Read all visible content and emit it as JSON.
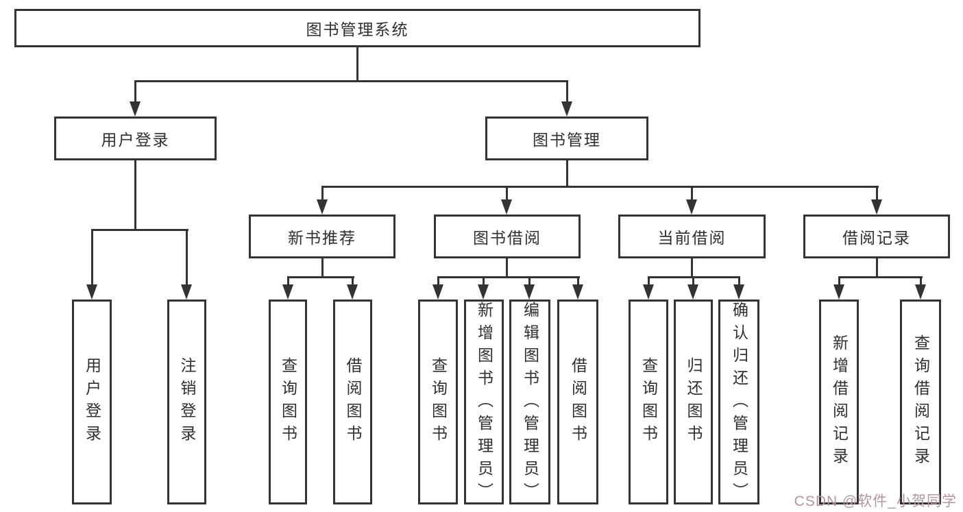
{
  "diagram": {
    "root": {
      "label": "图书管理系统"
    },
    "level2": [
      {
        "label": "用户登录"
      },
      {
        "label": "图书管理"
      }
    ],
    "level3": [
      {
        "label": "新书推荐"
      },
      {
        "label": "图书借阅"
      },
      {
        "label": "当前借阅"
      },
      {
        "label": "借阅记录"
      }
    ],
    "leaves": {
      "user_login": [
        {
          "label": "用户登录"
        },
        {
          "label": "注销登录"
        }
      ],
      "new_books": [
        {
          "label": "查询图书"
        },
        {
          "label": "借阅图书"
        }
      ],
      "book_borrow": [
        {
          "label": "查询图书"
        },
        {
          "label": "新增图书（管理员）"
        },
        {
          "label": "编辑图书（管理员）"
        },
        {
          "label": "借阅图书"
        }
      ],
      "current_borrow": [
        {
          "label": "查询图书"
        },
        {
          "label": "归还图书"
        },
        {
          "label": "确认归还（管理员）"
        }
      ],
      "borrow_records": [
        {
          "label": "新增借阅记录"
        },
        {
          "label": "查询借阅记录"
        }
      ]
    }
  },
  "watermark": {
    "text": "CSDN @软件_小贺同学"
  },
  "colors": {
    "line": "#333333",
    "text": "#2f2f2f",
    "background": "#ffffff",
    "watermark": "#b5969a"
  }
}
